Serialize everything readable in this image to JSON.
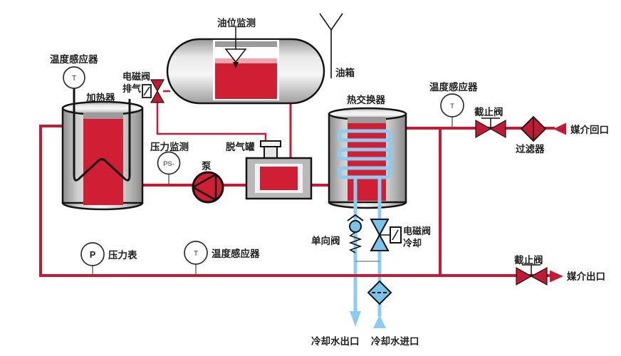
{
  "colors": {
    "hot_pipe_red": "#c41a33",
    "vessel_red": "#d01e35",
    "liquid_surface_pink": "#eda6ad",
    "cool_pipe_blue": "#8ecbf0",
    "cool_valve_blue": "#7cc3ec",
    "vessel_gray": "#c9c9c9",
    "outline_black": "#141414",
    "background": "#ffffff"
  },
  "labels": {
    "temp_sensor_top_left": "温度感应器",
    "heater": "加热器",
    "solenoid_exhaust_line1": "电磁阀",
    "solenoid_exhaust_line2": "排气",
    "oil_level_monitor": "油位监测",
    "oil_tank": "油箱",
    "heat_exchanger": "热交换器",
    "temp_sensor_top_right": "温度感应器",
    "stop_valve_top": "截止阀",
    "filter_top": "过滤器",
    "medium_return": "媒介回口",
    "pressure_monitor": "压力监测",
    "pump": "泵",
    "degassing_tank": "脱气罐",
    "check_valve": "单向阀",
    "solenoid_cooling_line1": "电磁阀",
    "solenoid_cooling_line2": "冷却",
    "pressure_gauge": "压力表",
    "temp_sensor_bottom": "温度感应器",
    "stop_valve_bottom": "截止阀",
    "medium_outlet": "媒介出口",
    "cooling_water_outlet": "冷却水出口",
    "cooling_water_inlet": "冷却水进口"
  },
  "instruments": {
    "temp_top_left": "T",
    "pressure_switch": "PS-",
    "temp_top_right": "T",
    "pressure_gauge": "P",
    "temp_bottom": "T"
  }
}
